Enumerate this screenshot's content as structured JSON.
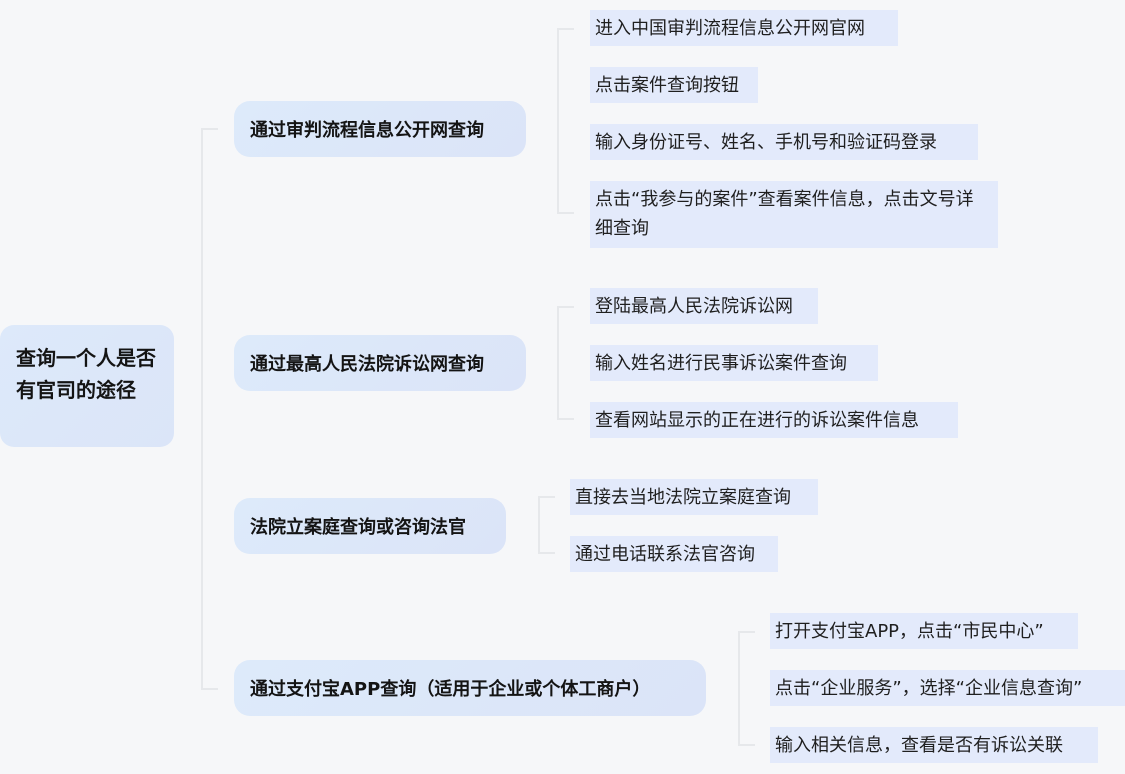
{
  "root": {
    "label": "查询一个人是否有官司的途径"
  },
  "branches": [
    {
      "label": "通过审判流程信息公开网查询",
      "steps": [
        "进入中国审判流程信息公开网官网",
        "点击案件查询按钮",
        "输入身份证号、姓名、手机号和验证码登录",
        "点击“我参与的案件”查看案件信息，点击文号详细查询"
      ]
    },
    {
      "label": "通过最高人民法院诉讼网查询",
      "steps": [
        "登陆最高人民法院诉讼网",
        "输入姓名进行民事诉讼案件查询",
        "查看网站显示的正在进行的诉讼案件信息"
      ]
    },
    {
      "label": "法院立案庭查询或咨询法官",
      "steps": [
        "直接去当地法院立案庭查询",
        "通过电话联系法官咨询"
      ]
    },
    {
      "label": "通过支付宝APP查询（适用于企业或个体工商户）",
      "steps": [
        "打开支付宝APP，点击“市民中心”",
        "点击“企业服务”，选择“企业信息查询”",
        "输入相关信息，查看是否有诉讼关联"
      ]
    }
  ],
  "colors": {
    "background": "#f6f7f9",
    "root_fill": "#dde9fa",
    "branch_fill": "#ddeafa",
    "leaf_fill": "#e3eafb",
    "connector": "#e6e8eb"
  }
}
